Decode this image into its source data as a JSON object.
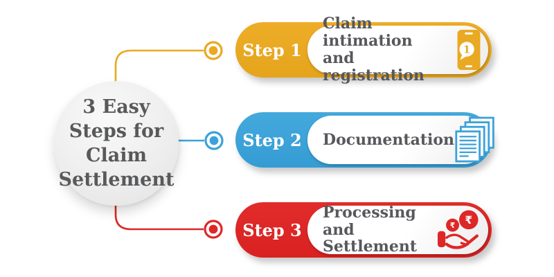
{
  "title": {
    "text": "3 Easy\nSteps for\nClaim\nSettlement",
    "text_color": "#58595B"
  },
  "steps": [
    {
      "label": "Step 1",
      "text": "Claim intimation\nand registration",
      "color": "#E9A922",
      "icon": "phone-notification-icon",
      "badge": "1"
    },
    {
      "label": "Step 2",
      "text": "Documentation",
      "color": "#3BA2D9",
      "icon": "documents-icon"
    },
    {
      "label": "Step 3",
      "text": "Processing and\nSettlement",
      "color": "#DE2727",
      "icon": "rupee-coins-hand-icon",
      "currency_symbol_large": "₹",
      "currency_symbol_small": "₹"
    }
  ]
}
